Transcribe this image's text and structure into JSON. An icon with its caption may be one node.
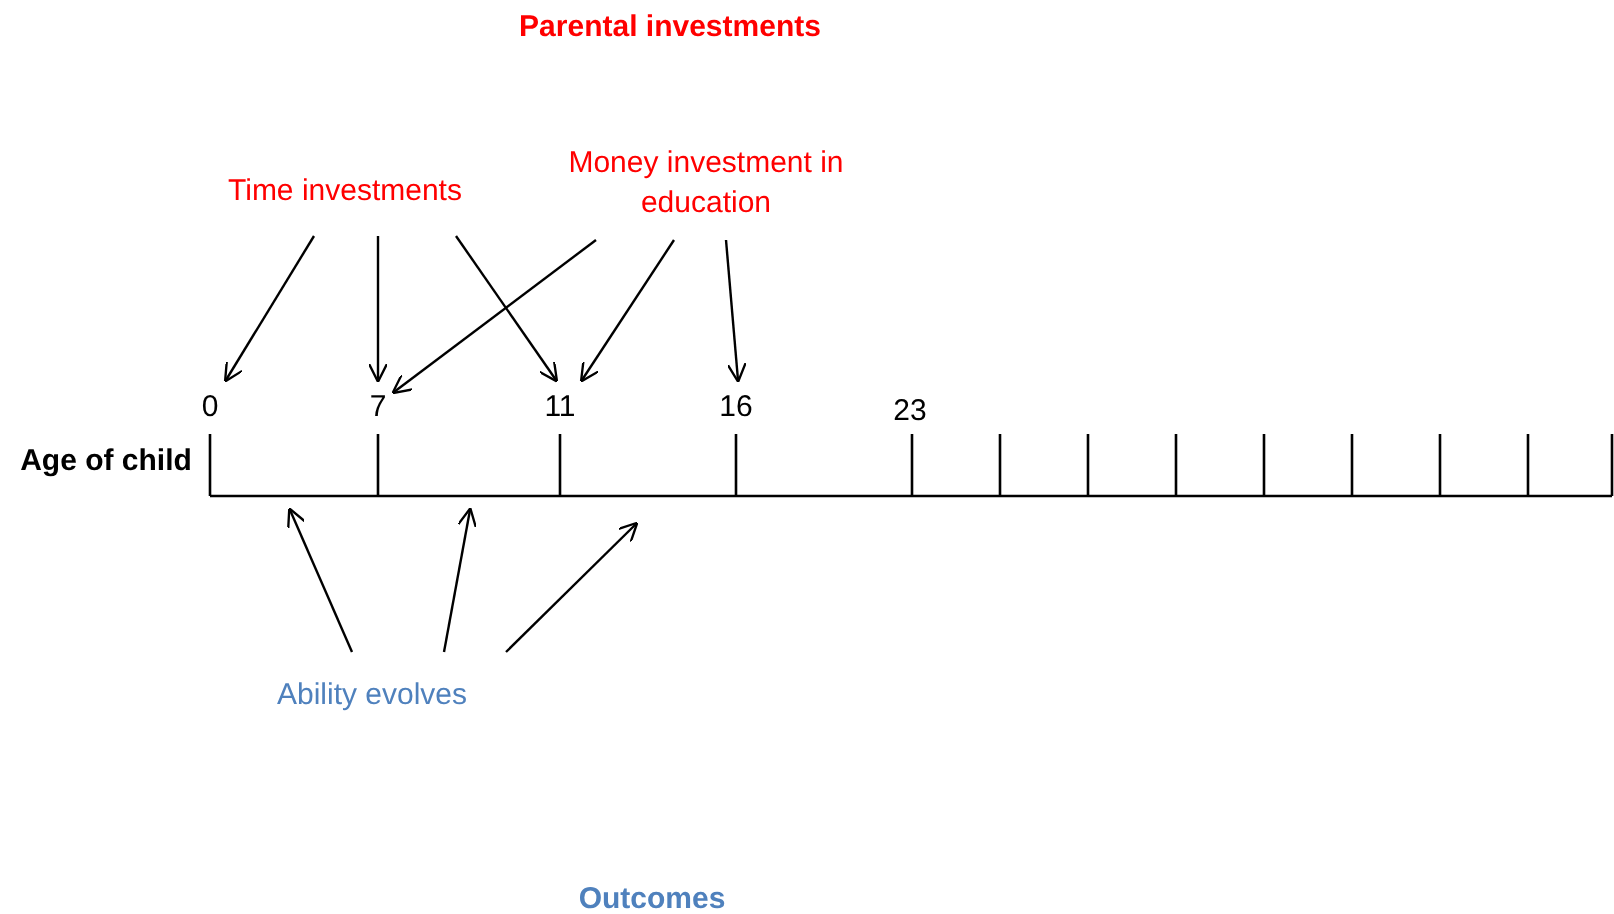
{
  "diagram": {
    "title": "Parental investments",
    "nodes": [
      {
        "text": [
          "Time investments"
        ]
      },
      {
        "text": [
          "Money investment in education"
        ]
      },
      {
        "text": [
          "Ability evolves"
        ]
      },
      {
        "text": [
          "0"
        ]
      },
      {
        "text": [
          "7"
        ]
      },
      {
        "text": [
          "11"
        ]
      },
      {
        "text": [
          "16"
        ]
      }
    ],
    "edges": [
      {
        "from": 0,
        "to": 3,
        "arrow": "to"
      },
      {
        "from": 0,
        "to": 4,
        "arrow": "to"
      },
      {
        "from": 0,
        "to": 5,
        "arrow": "to"
      },
      {
        "from": 1,
        "to": 4,
        "arrow": "to"
      },
      {
        "from": 1,
        "to": 5,
        "arrow": "to"
      },
      {
        "from": 1,
        "to": 6,
        "arrow": "to"
      },
      {
        "from": 2,
        "to": null,
        "arrow": "to"
      },
      {
        "from": 2,
        "to": null,
        "arrow": "to"
      },
      {
        "from": 2,
        "to": null,
        "arrow": "to"
      }
    ],
    "labels": [
      "23",
      "Age of child",
      "Outcomes"
    ]
  }
}
